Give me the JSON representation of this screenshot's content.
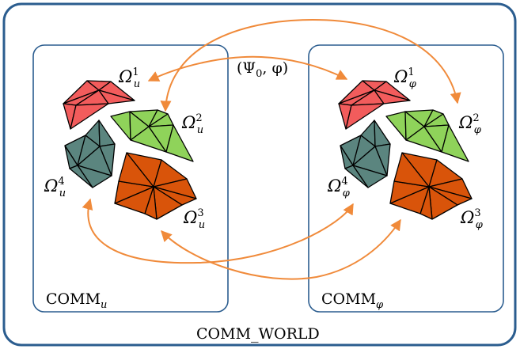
{
  "diagram": {
    "world_label": "COMM_WORLD",
    "map_label": "(Ψ0, φ)",
    "map_label_parts": {
      "open": "(Ψ",
      "sub0": "0",
      "rest": ", φ)"
    },
    "left_comm": {
      "base": "COMM",
      "sub": "u"
    },
    "right_comm": {
      "base": "COMM",
      "sub": "φ"
    },
    "omega": "Ω",
    "left_labels": [
      {
        "sup": "1",
        "sub": "u"
      },
      {
        "sup": "2",
        "sub": "u"
      },
      {
        "sup": "3",
        "sub": "u"
      },
      {
        "sup": "4",
        "sub": "u"
      }
    ],
    "right_labels": [
      {
        "sup": "1",
        "sub": "φ"
      },
      {
        "sup": "2",
        "sub": "φ"
      },
      {
        "sup": "3",
        "sub": "φ"
      },
      {
        "sup": "4",
        "sub": "φ"
      }
    ],
    "colors": {
      "border": "#2b5d8f",
      "arrow": "#f08a3a",
      "red": "#f25c5c",
      "green": "#8fd35a",
      "teal": "#5b857f",
      "orange": "#d9540a"
    }
  }
}
